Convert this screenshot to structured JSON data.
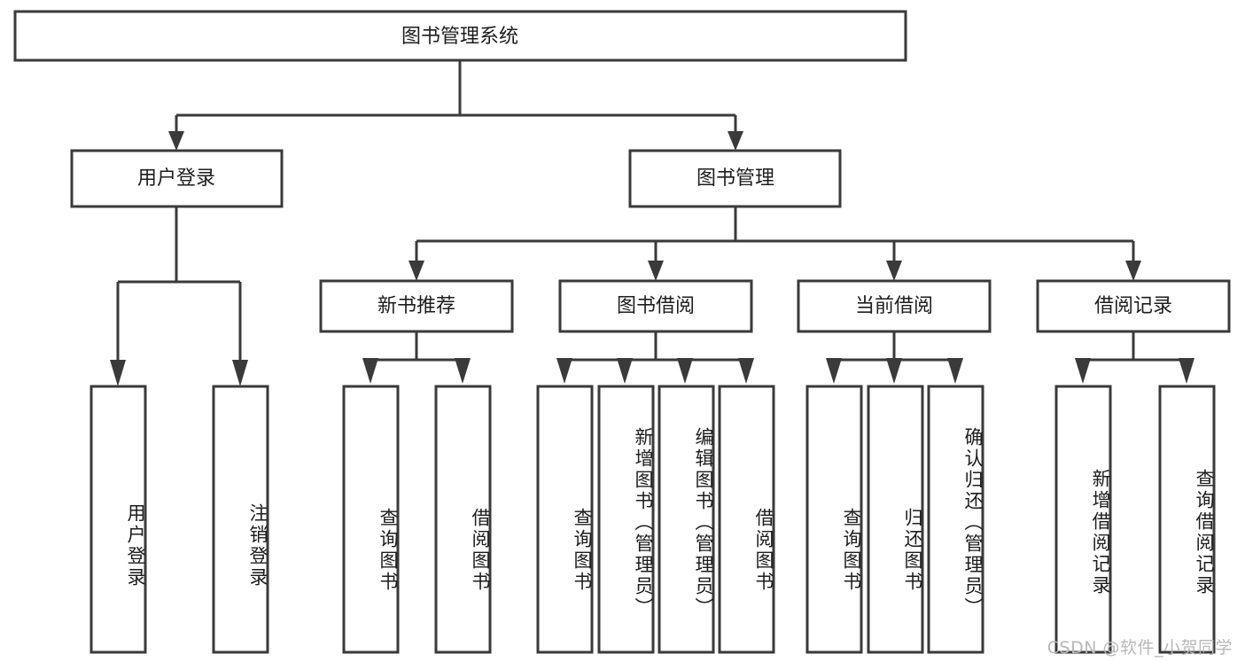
{
  "diagram": {
    "title": "图书管理系统",
    "type": "tree-hierarchy",
    "orientation": "top-down",
    "root": {
      "label": "图书管理系统"
    },
    "level2": [
      {
        "label": "用户登录"
      },
      {
        "label": "图书管理"
      }
    ],
    "level3": [
      {
        "label": "新书推荐"
      },
      {
        "label": "图书借阅"
      },
      {
        "label": "当前借阅"
      },
      {
        "label": "借阅记录"
      }
    ],
    "leaves": {
      "user_login": [
        {
          "label": "用户登录"
        },
        {
          "label": "注销登录"
        }
      ],
      "new_book_recommend": [
        {
          "label": "查询图书"
        },
        {
          "label": "借阅图书"
        }
      ],
      "book_borrow": [
        {
          "label": "查询图书"
        },
        {
          "label": "新增图书（管理员）"
        },
        {
          "label": "编辑图书（管理员）"
        },
        {
          "label": "借阅图书"
        }
      ],
      "current_borrow": [
        {
          "label": "查询图书"
        },
        {
          "label": "归还图书"
        },
        {
          "label": "确认归还（管理员）"
        }
      ],
      "borrow_record": [
        {
          "label": "新增借阅记录"
        },
        {
          "label": "查询借阅记录"
        }
      ]
    }
  },
  "watermark": {
    "text": "CSDN @软件_小贺同学"
  },
  "colors": {
    "stroke": "#3a3a3a",
    "fill": "#ffffff",
    "text": "#1d1d1d",
    "watermark": "#b8b8b8",
    "background": "#ffffff"
  }
}
